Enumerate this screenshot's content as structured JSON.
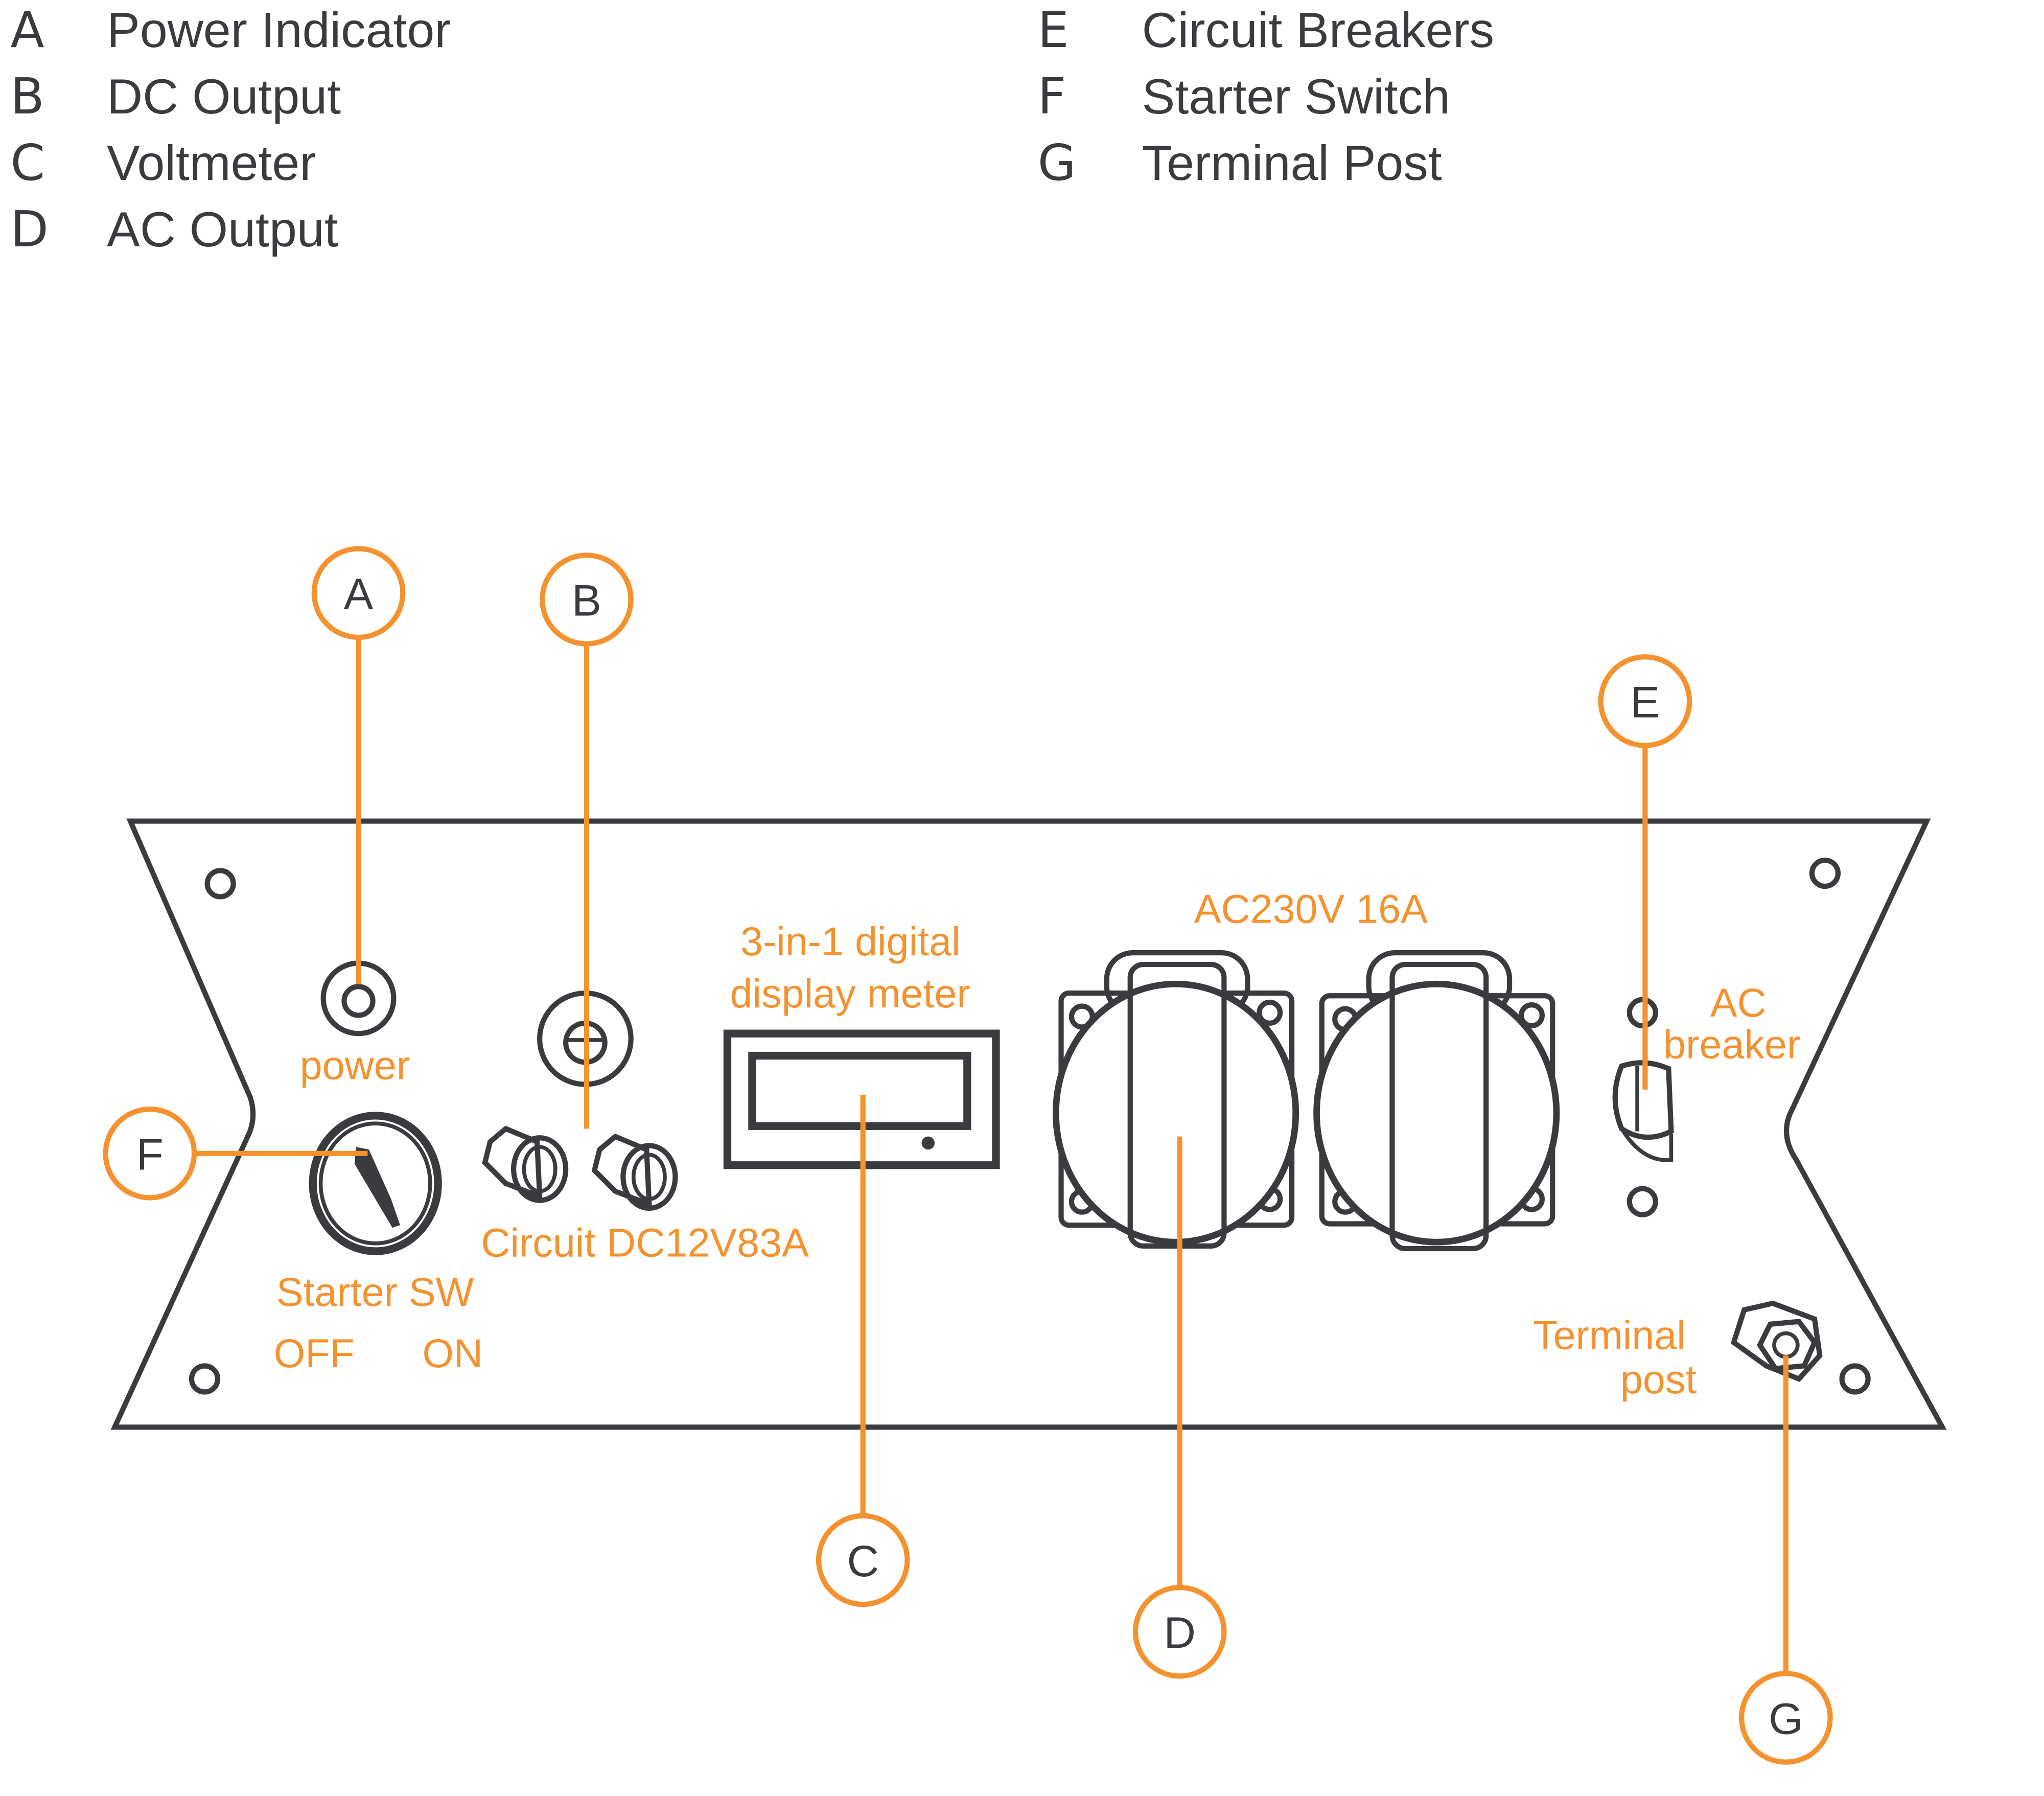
{
  "colors": {
    "accent": "#f4922f",
    "line": "#3a3b3f",
    "background": "#ffffff"
  },
  "legend": {
    "left": [
      {
        "letter": "A",
        "label": "Power Indicator"
      },
      {
        "letter": "B",
        "label": "DC Output"
      },
      {
        "letter": "C",
        "label": "Voltmeter"
      },
      {
        "letter": "D",
        "label": "AC Output"
      }
    ],
    "right": [
      {
        "letter": "E",
        "label": "Circuit Breakers"
      },
      {
        "letter": "F",
        "label": "Starter Switch"
      },
      {
        "letter": "G",
        "label": "Terminal Post"
      }
    ]
  },
  "callouts": {
    "a": "A",
    "b": "B",
    "c": "C",
    "d": "D",
    "e": "E",
    "f": "F",
    "g": "G"
  },
  "panel_labels": {
    "power": "power",
    "meter_line1": "3-in-1 digital",
    "meter_line2": "display meter",
    "ac_rating": "AC230V 16A",
    "ac_breaker_line1": "AC",
    "ac_breaker_line2": "breaker",
    "dc_circuit": "Circuit DC12V83A",
    "starter": "Starter SW",
    "off": "OFF",
    "on": "ON",
    "terminal_line1": "Terminal",
    "terminal_line2": "post"
  }
}
